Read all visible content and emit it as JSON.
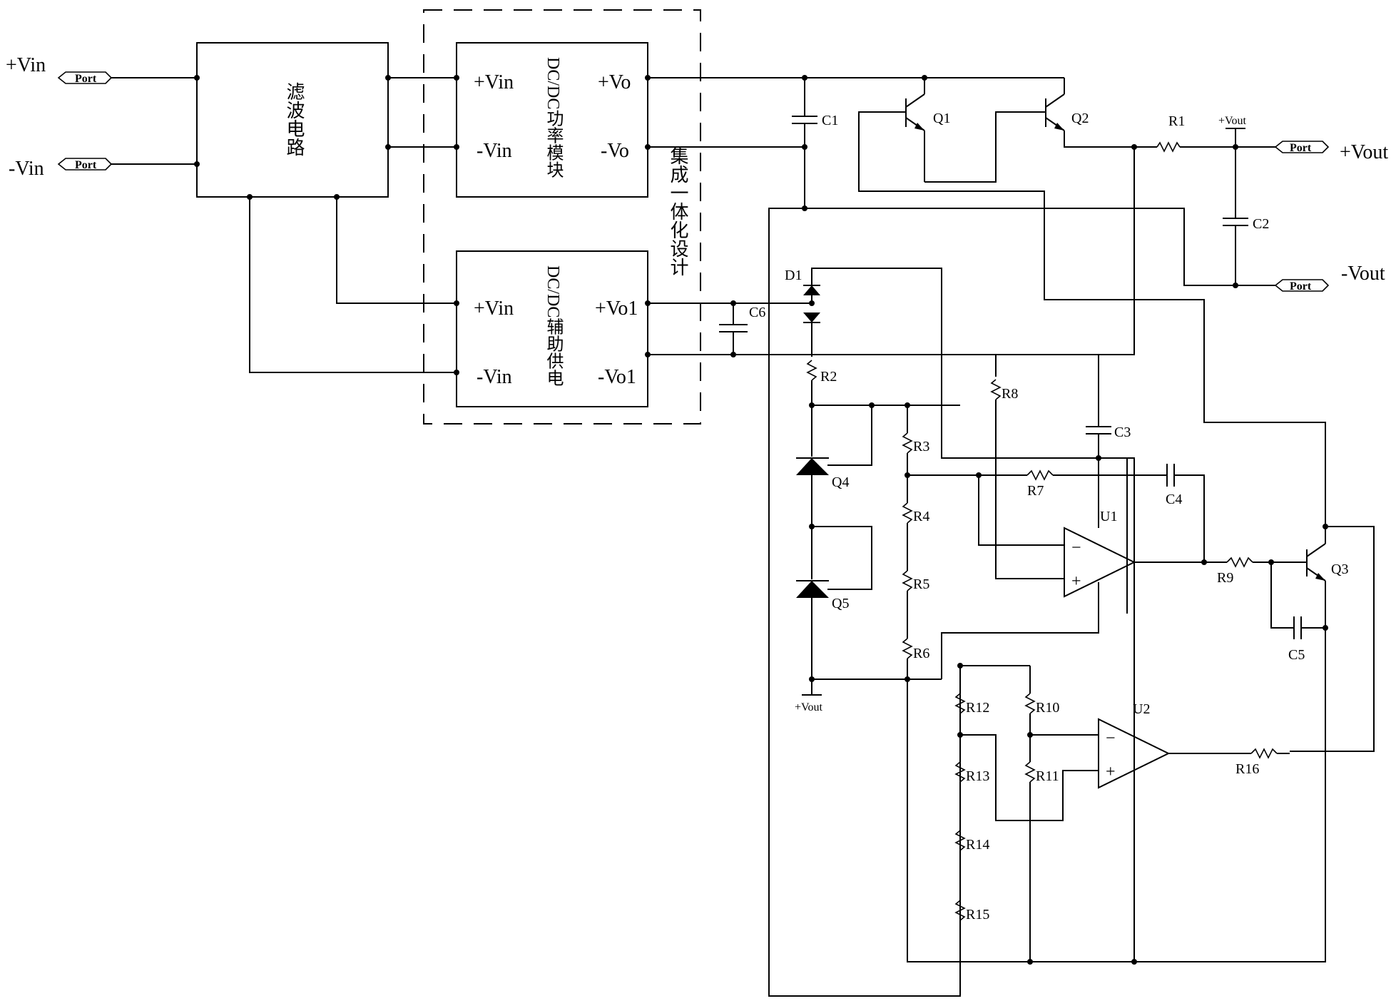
{
  "ports": {
    "in_pos": {
      "tag": "Port",
      "label": "+Vin"
    },
    "in_neg": {
      "tag": "Port",
      "label": "-Vin"
    },
    "out_pos": {
      "tag": "Port",
      "label": "+Vout"
    },
    "out_neg": {
      "tag": "Port",
      "label": "-Vout"
    }
  },
  "blocks": {
    "filter": {
      "title": "滤波电路"
    },
    "power_module": {
      "title": "DC/DC功率模块",
      "pin_vin_pos": "+Vin",
      "pin_vin_neg": "-Vin",
      "pin_vo_pos": "+Vo",
      "pin_vo_neg": "-Vo"
    },
    "aux_supply": {
      "title": "DC/DC辅助供电",
      "pin_vin_pos": "+Vin",
      "pin_vin_neg": "-Vin",
      "pin_vo_pos": "+Vo1",
      "pin_vo_neg": "-Vo1"
    },
    "integration_label": "集成一体化设计"
  },
  "components": {
    "C1": "C1",
    "C2": "C2",
    "C3": "C3",
    "C4": "C4",
    "C5": "C5",
    "C6": "C6",
    "Q1": "Q1",
    "Q2": "Q2",
    "Q3": "Q3",
    "Q4": "Q4",
    "Q5": "Q5",
    "D1": "D1",
    "U1": "U1",
    "U2": "U2",
    "R1": "R1",
    "R2": "R2",
    "R3": "R3",
    "R4": "R4",
    "R5": "R5",
    "R6": "R6",
    "R7": "R7",
    "R8": "R8",
    "R9": "R9",
    "R10": "R10",
    "R11": "R11",
    "R12": "R12",
    "R13": "R13",
    "R14": "R14",
    "R15": "R15",
    "R16": "R16"
  },
  "nets": {
    "vout_marker_top": "+Vout",
    "vout_marker_bottom": "+Vout"
  },
  "opamp_symbols": {
    "minus": "−",
    "plus": "+"
  }
}
